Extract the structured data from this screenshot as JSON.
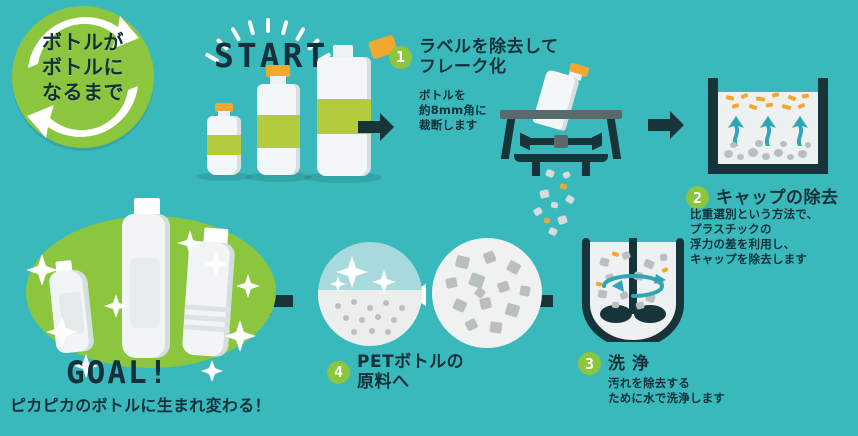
{
  "theme": {
    "background": "#3ab9bd",
    "accent_green": "#8cc63e",
    "ink": "#14303a",
    "cap_orange": "#f0a830",
    "label_green": "#b4cc3b",
    "flake_gray": "#b9bfbf"
  },
  "badge": {
    "name": "recycle-badge",
    "line1": "ボトルが",
    "line2": "ボトルに",
    "line3": "なるまで"
  },
  "start": {
    "label": "START"
  },
  "steps": [
    {
      "number": "1",
      "heading_line1": "ラベルを除去して",
      "heading_line2": "フレーク化",
      "sub_line1": "ボトルを",
      "sub_line2": "約8mm角に",
      "sub_line3": "裁断します"
    },
    {
      "number": "2",
      "heading_line1": "キャップの除去",
      "heading_line2": "",
      "sub_line1": "比重選別という方法で、",
      "sub_line2": "プラスチックの",
      "sub_line3": "浮力の差を利用し、",
      "sub_line4": "キャップを除去します"
    },
    {
      "number": "3",
      "heading_line1": "洗 浄",
      "heading_line2": "",
      "sub_line1": "汚れを除去する",
      "sub_line2": "ために水で洗浄します"
    },
    {
      "number": "4",
      "heading_line1": "PETボトルの",
      "heading_line2": "原料へ",
      "sub_line1": "",
      "sub_line2": ""
    }
  ],
  "goal": {
    "label": "GOAL!",
    "caption": "ピカピカのボトルに生まれ変わる！"
  },
  "icons": {
    "arrow_right": "arrow-right-icon",
    "arrow_down_right": "arrow-down-right-icon",
    "arrow_left": "arrow-left-icon",
    "arrow_left_small": "arrow-left-small-icon",
    "recycle_arrows": "recycle-arrows-icon",
    "sparkle": "sparkle-icon"
  }
}
